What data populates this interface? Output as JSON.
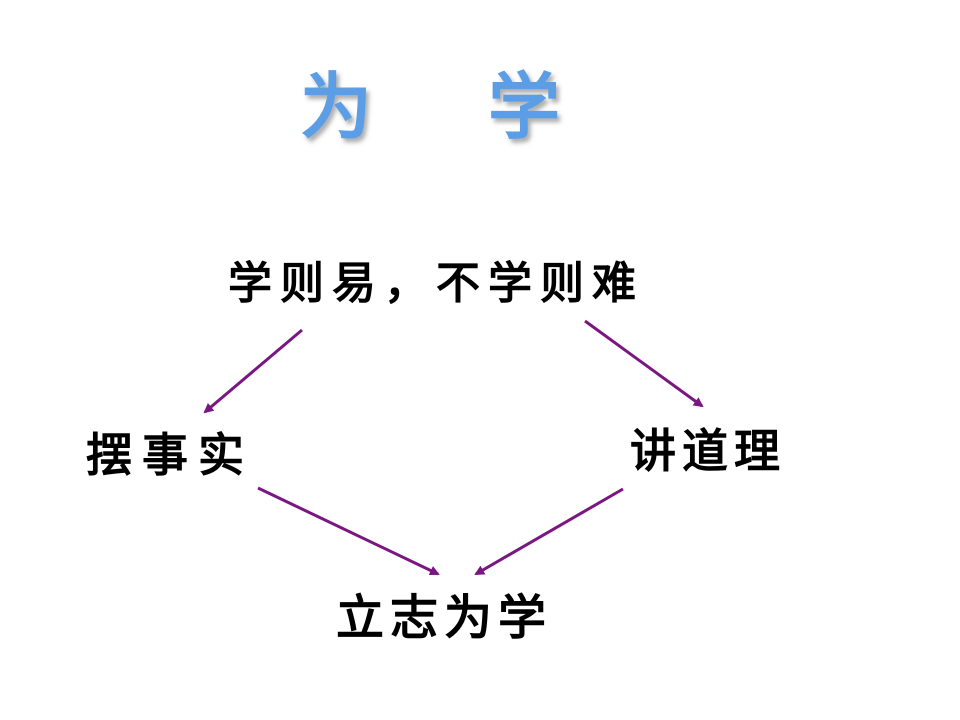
{
  "slide": {
    "title": [
      "为",
      "学"
    ],
    "title_color": "#5c9ee6",
    "arrow_color": "#7a1682"
  },
  "nodes": {
    "top": "学则易，不学则难",
    "left": "摆事实",
    "right": "讲道理",
    "bottom": "立志为学"
  },
  "edges": [
    {
      "from": "top",
      "to": "left"
    },
    {
      "from": "top",
      "to": "right"
    },
    {
      "from": "left",
      "to": "bottom"
    },
    {
      "from": "right",
      "to": "bottom"
    }
  ]
}
